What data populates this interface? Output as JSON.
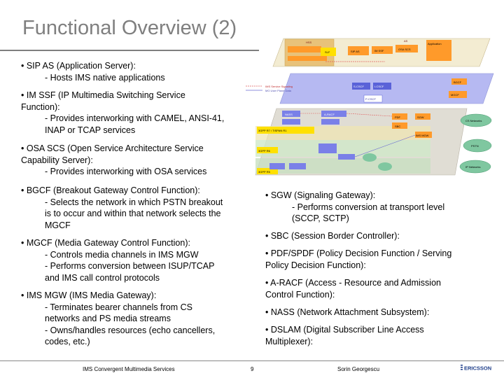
{
  "title": "Functional Overview (2)",
  "left_blocks": [
    {
      "lines": [
        "• SIP AS (Application Server):",
        "- Hosts IMS native applications"
      ]
    },
    {
      "lines": [
        "• IM SSF (IP Multimedia Switching Service",
        "Function):",
        "- Provides interworking with CAMEL, ANSI-41,",
        "INAP or TCAP services"
      ]
    },
    {
      "lines": [
        "• OSA SCS (Open Service Architecture Service",
        "Capability Server):",
        "- Provides interworking with OSA services"
      ]
    },
    {
      "lines": [
        "• BGCF (Breakout Gateway Control Function):",
        "- Selects the network in which PSTN breakout",
        "is to occur and within that network selects the",
        "MGCF"
      ]
    },
    {
      "lines": [
        "• MGCF (Media Gateway Control Function):",
        "- Controls media channels in IMS MGW",
        "- Performs conversion between ISUP/TCAP",
        "and IMS call control protocols"
      ]
    },
    {
      "lines": [
        "• IMS MGW (IMS Media Gateway):",
        "- Terminates bearer channels from CS",
        "networks and PS media streams",
        "- Owns/handles resources (echo cancellers,",
        "codes, etc.)"
      ]
    }
  ],
  "right_blocks": [
    {
      "lines": [
        "• SGW (Signaling Gateway):",
        "- Performs conversion at transport level",
        "(SCCP, SCTP)"
      ]
    },
    {
      "lines": [
        "• SBC (Session Border Controller):"
      ]
    },
    {
      "lines": [
        "• PDF/SPDF (Policy Decision Function / Serving",
        "Policy Decision Function):"
      ]
    },
    {
      "lines": [
        "• A-RACF (Access - Resource and Admission",
        "Control Function):"
      ]
    },
    {
      "lines": [
        "• NASS (Network Attachment Subsystem):"
      ]
    },
    {
      "lines": [
        "• DSLAM (Digital Subscriber Line Access",
        "Multiplexer):"
      ]
    }
  ],
  "footer": {
    "left": "IMS Convergent Multimedia Services",
    "page": "9",
    "author": "Sorin Georgescu",
    "logo_text": "ERICSSON"
  },
  "diagram": {
    "legend": [
      "IMS Service Signaling",
      "MG User Plane Data"
    ],
    "labels": {
      "hss": "HSS",
      "as": "AS",
      "app": "Application",
      "slf": "SLF",
      "sip_as": "SIP AS",
      "im_ssf": "IM SSF",
      "osa_scs": "OSA SCS",
      "bgcf": "BGCF",
      "mgcf": "MGCF",
      "scscf": "S-CSCF",
      "icscf": "I-CSCF",
      "pcscf": "P-CSCF",
      "nass": "NASS",
      "racf": "A-RACF",
      "sgw": "SGW",
      "mgw": "IMS MGW",
      "pdf": "PDF",
      "sbc": "SBC",
      "gpp7": "3GPP R7 / TISPAN R1",
      "gpp6": "3GPP R6",
      "gpp5": "3GPP R5",
      "cs": "CS Networks",
      "pstn": "PSTN",
      "ipnet": "IP Networks"
    }
  }
}
